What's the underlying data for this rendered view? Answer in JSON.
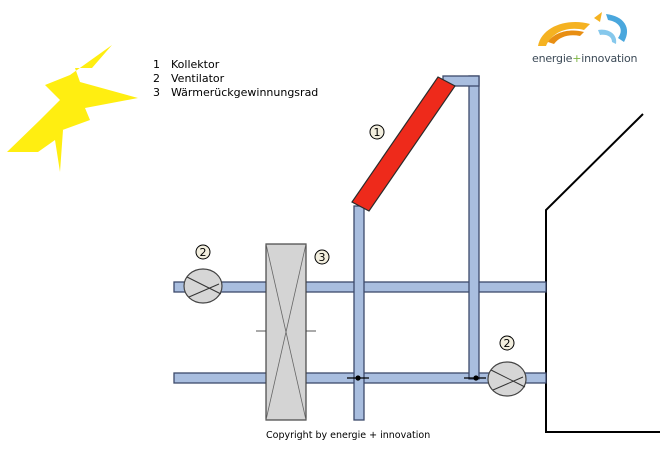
{
  "legend": [
    {
      "num": "1",
      "label": "Kollektor"
    },
    {
      "num": "2",
      "label": "Ventilator"
    },
    {
      "num": "3",
      "label": "Wärmerückgewinnungsrad"
    }
  ],
  "markers": {
    "collector": "1",
    "fan_left": "2",
    "fan_right": "2",
    "wheel": "3"
  },
  "logo": {
    "part1": "energie",
    "plus": "+",
    "part2": "innovation"
  },
  "copyright": "Copyright by energie + innovation",
  "colors": {
    "duct": "#a9bedf",
    "duct_outline": "#3d4a6b",
    "collector": "#ee2a1b",
    "sun": "#ffee11",
    "fan": "#d6d6d6",
    "wheel": "#d4d4d4"
  }
}
